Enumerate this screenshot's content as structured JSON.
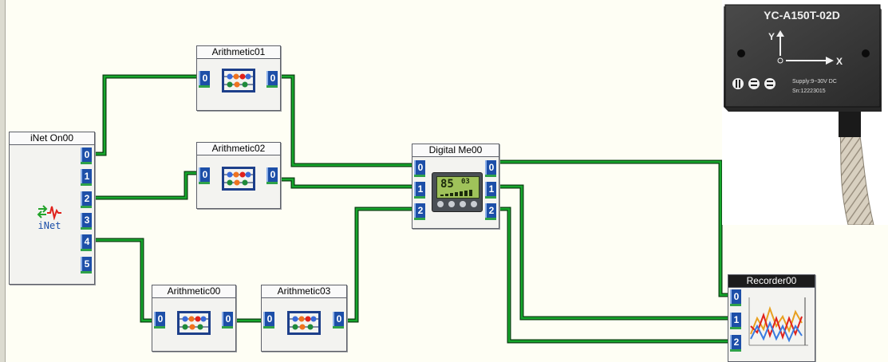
{
  "blocks": {
    "inet": {
      "title": "iNet On00",
      "icon_label": "iNet",
      "outputs": [
        "0",
        "1",
        "2",
        "3",
        "4",
        "5"
      ]
    },
    "arith01": {
      "title": "Arithmetic01",
      "input": "0",
      "output": "0"
    },
    "arith02": {
      "title": "Arithmetic02",
      "input": "0",
      "output": "0"
    },
    "arith00": {
      "title": "Arithmetic00",
      "input": "0",
      "output": "0"
    },
    "arith03": {
      "title": "Arithmetic03",
      "input": "0",
      "output": "0"
    },
    "digital": {
      "title": "Digital Me00",
      "inputs": [
        "0",
        "1",
        "2"
      ],
      "outputs": [
        "0",
        "1",
        "2"
      ],
      "display_big": "85",
      "display_small": "03"
    },
    "recorder": {
      "title": "Recorder00",
      "inputs": [
        "0",
        "1",
        "2"
      ]
    }
  },
  "sensor": {
    "model": "YC-A150T-02D",
    "axis_y": "Y",
    "axis_x": "X",
    "supply": "Supply:9~30V DC",
    "serial": "Sn:12223015"
  },
  "colors": {
    "wire": "#16a72c",
    "wire_dark": "#0a3d10",
    "port": "#1d4fa8",
    "sensor_body": "#3a3a3a"
  },
  "icons": {
    "inet": "inet-signal-icon",
    "arithmetic": "abacus-icon",
    "digital": "digital-meter-icon",
    "recorder": "recorder-chart-icon"
  }
}
